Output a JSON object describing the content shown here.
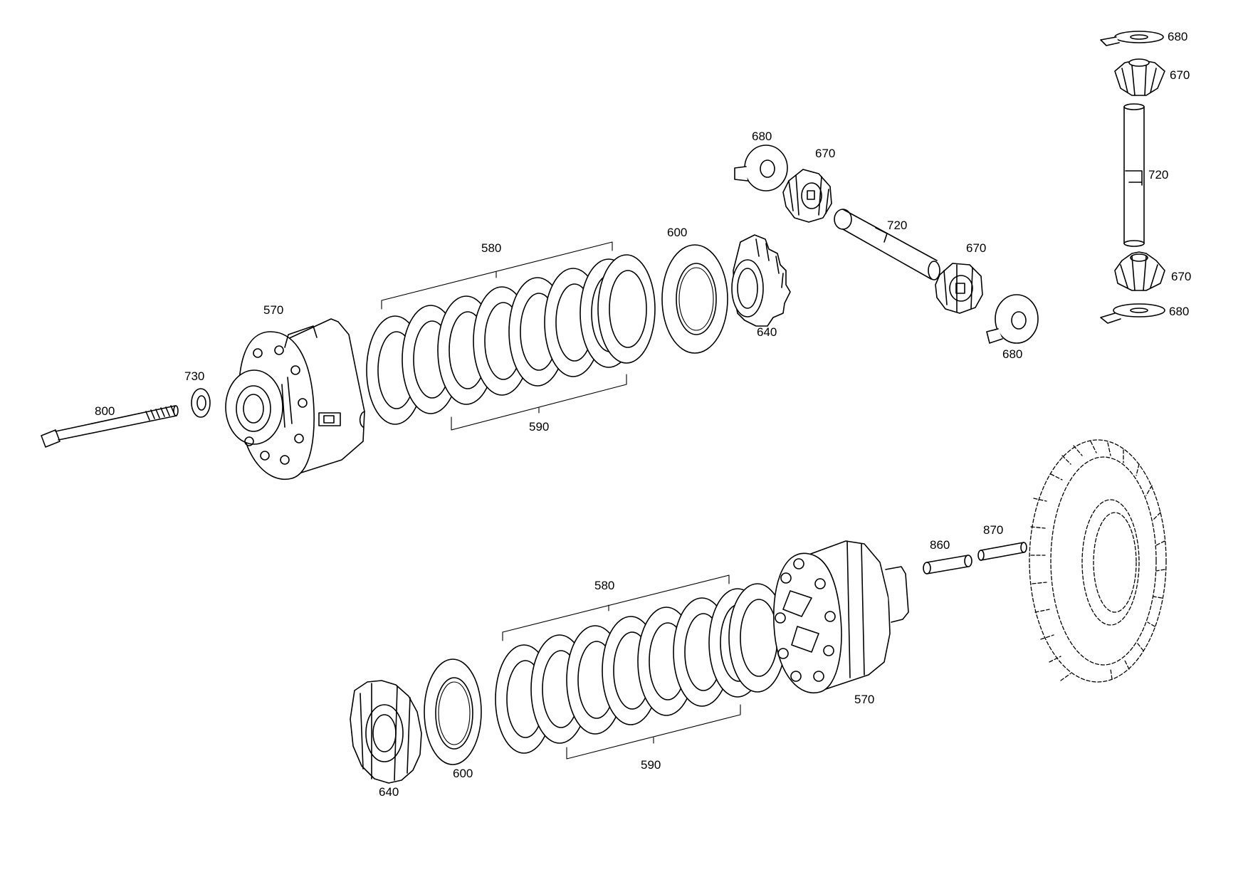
{
  "callouts": {
    "p570_top": "570",
    "p580_top": "580",
    "p590_top": "590",
    "p600_top": "600",
    "p640_top": "640",
    "p680_mid_top": "680",
    "p670_mid_top": "670",
    "p720_mid": "720",
    "p670_mid_right": "670",
    "p680_mid_right": "680",
    "p730": "730",
    "p800": "800",
    "p680_stack_top": "680",
    "p670_stack_top": "670",
    "p720_stack": "720",
    "p670_stack_bottom": "670",
    "p680_stack_bottom": "680",
    "p580_bottom": "580",
    "p590_bottom": "590",
    "p600_bottom": "600",
    "p640_bottom": "640",
    "p570_bottom": "570",
    "p860": "860",
    "p870": "870"
  },
  "colors": {
    "line": "#000000",
    "background": "#ffffff"
  }
}
